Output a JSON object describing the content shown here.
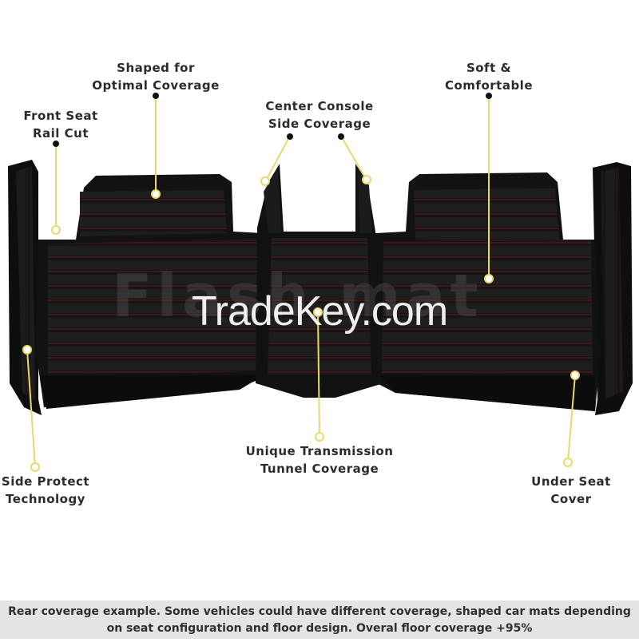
{
  "callouts": {
    "shaped": [
      "Shaped for",
      "Optimal Coverage"
    ],
    "front_seat": [
      "Front Seat",
      "Rail Cut"
    ],
    "center_console": [
      "Center Console",
      "Side Coverage"
    ],
    "soft": [
      "Soft &",
      "Comfortable"
    ],
    "tunnel": [
      "Unique Transmission",
      "Tunnel Coverage"
    ],
    "side_protect": [
      "Side Protect",
      "Technology"
    ],
    "under_seat": [
      "Under Seat",
      "Cover"
    ]
  },
  "watermark": {
    "tradekey": "TradeKey.com",
    "brand": "Flash mat"
  },
  "caption": {
    "line1": "Rear coverage example. Some vehicles could have different coverage, shaped car mats depending",
    "line2": "on seat configuration and floor design. Overal floor coverage +95%"
  },
  "colors": {
    "mat": "#141414",
    "stitch": "#7a1a1a",
    "callout_line": "#e8d96a",
    "caption_bg": "#e4e4e4"
  }
}
